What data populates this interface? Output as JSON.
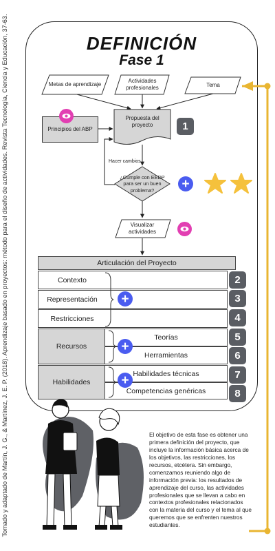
{
  "credit": "Tomado y adaptado de Martín, J. G., & Martínez, J. E. P. (2018). Aprendizaje basado en proyectos: método para el diseño de actividades. Revista Tecnología, Ciencia y Educación, 37-63.",
  "title": "DEFINICIÓN",
  "subtitle": "Fase 1",
  "inputs": {
    "metas": "Metas de aprendizaje",
    "actividades": "Actividades profesionales",
    "tema": "Tema"
  },
  "principios": "Principios del ABP",
  "propuesta": "Propuesta del proyecto",
  "hacer_cambios": "Hacer cambios",
  "decision": "¿Cumple con EEDP para ser un buen problema?",
  "visualizar": "Visualizar actividades",
  "articulacion": "Articulación del Proyecto",
  "rows": [
    {
      "label": "Contexto",
      "badge": "2"
    },
    {
      "label": "Representación",
      "badge": "3"
    },
    {
      "label": "Restricciones",
      "badge": "4"
    }
  ],
  "recursos": {
    "label": "Recursos",
    "items": [
      "Teorías",
      "Herramientas"
    ],
    "badges": [
      "5",
      "6"
    ]
  },
  "habilidades": {
    "label": "Habilidades",
    "items": [
      "Habilidades técnicas",
      "Competencias genéricas"
    ],
    "badges": [
      "7",
      "8"
    ]
  },
  "badge_1": "1",
  "paragraph": "El objetivo de esta fase es obtener una primera definición del proyecto, que incluye la información básica acerca de los objetivos, las restricciones, los recursos, etcétera. Sin embargo, comenzamos reuniendo algo de información previa: los resultados de aprendizaje del curso, las actividades profesionales que se llevan a cabo en contextos profesionales relacionados con la materia del curso y el tema al que queremos que se enfrenten nuestros estudiantes.",
  "colors": {
    "badge": "#5a5d63",
    "plus": "#4a5cf0",
    "eye": "#e23fb2",
    "star": "#f5c13c",
    "gold_line": "#e9b531"
  },
  "icons": [
    "eye-icon",
    "plus-icon",
    "star-icon",
    "user-illustration"
  ]
}
